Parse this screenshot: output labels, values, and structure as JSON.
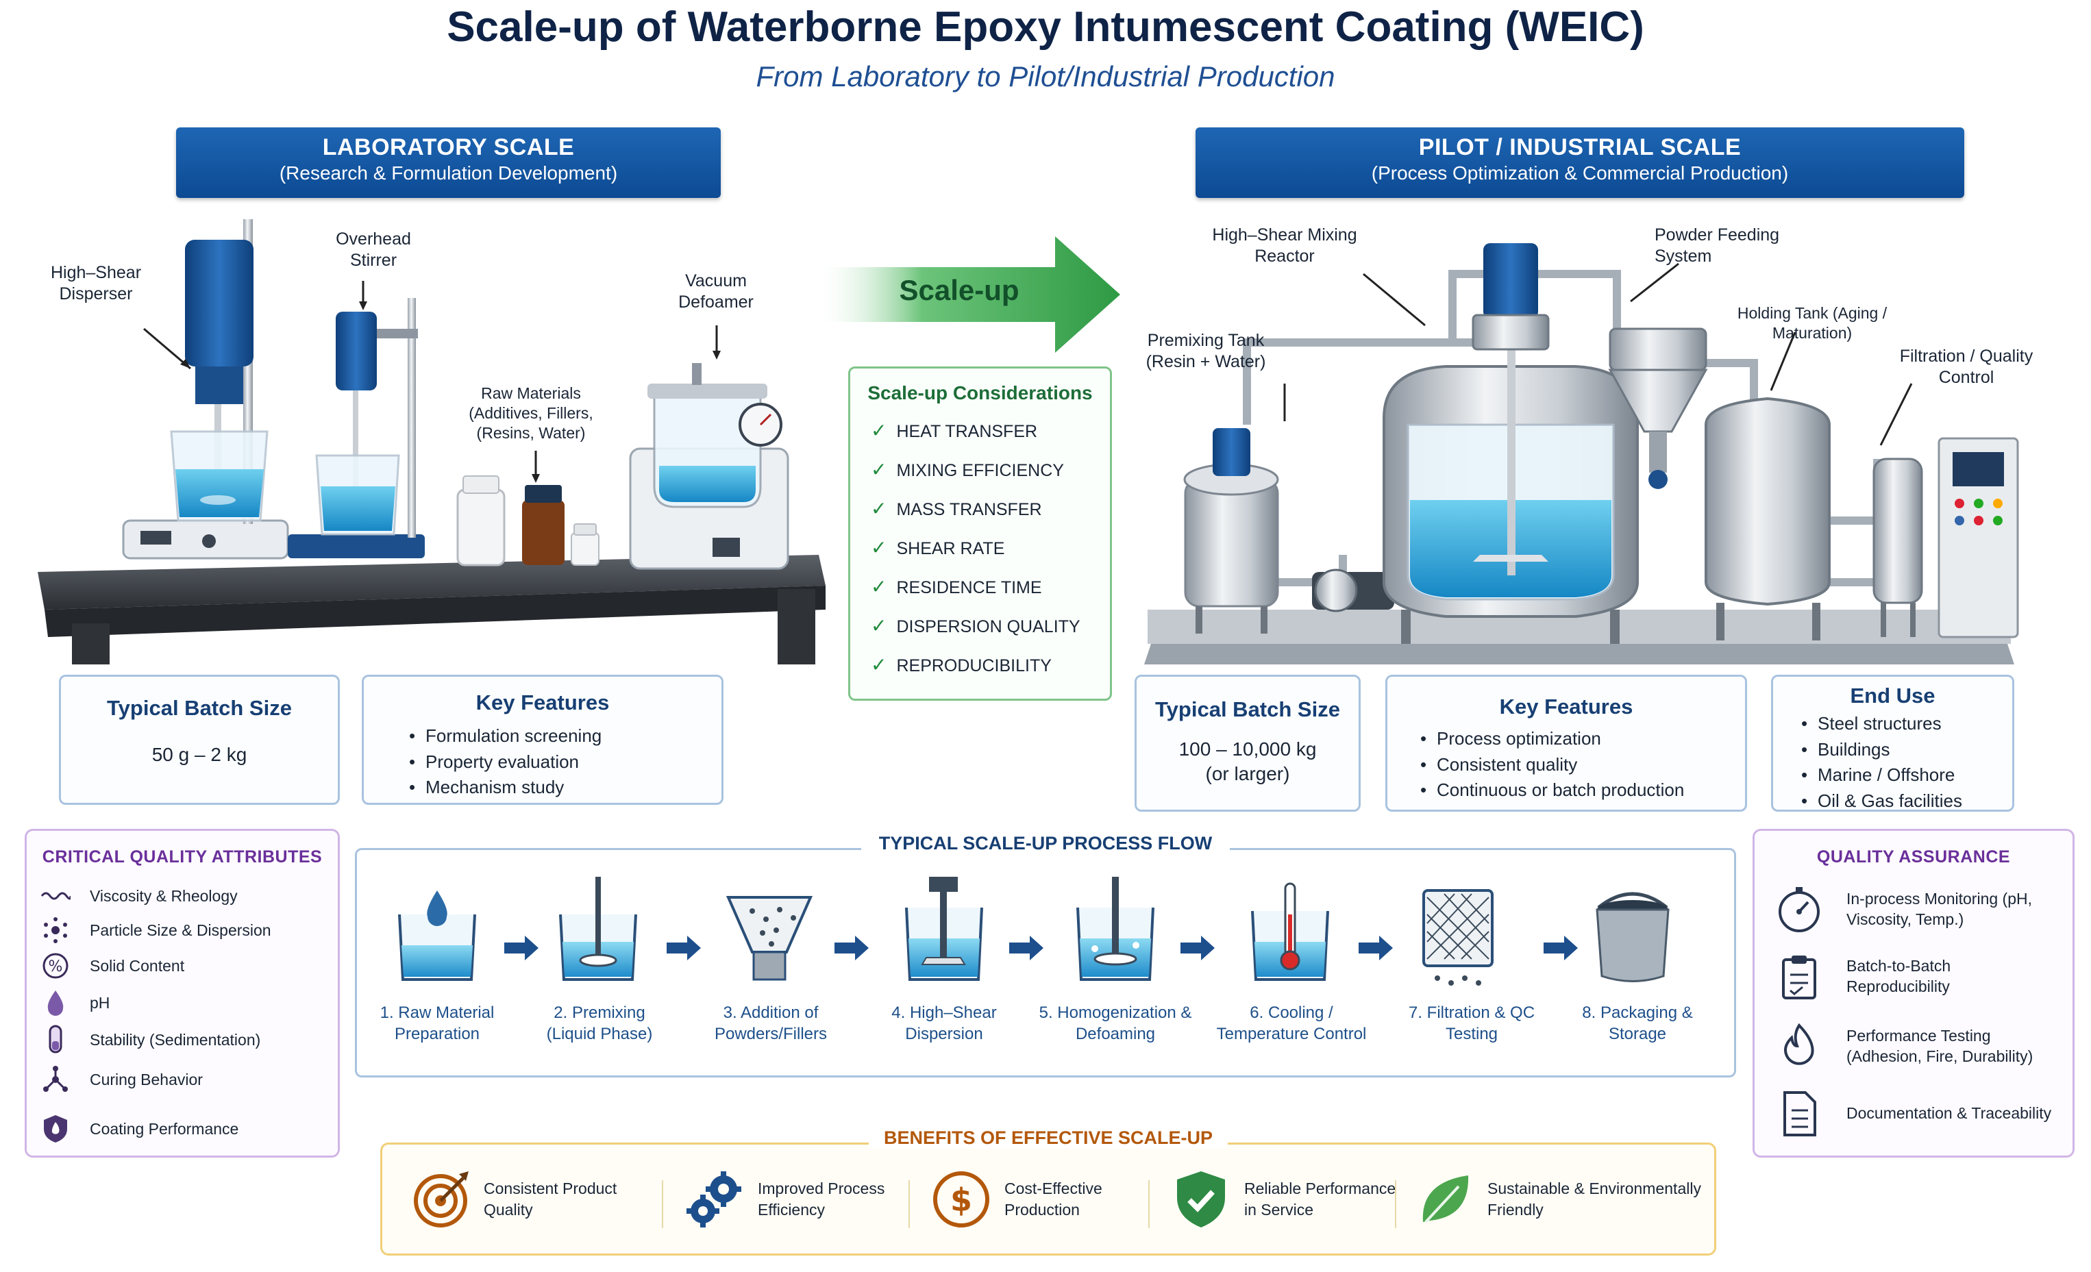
{
  "title": "Scale-up of Waterborne Epoxy Intumescent Coating (WEIC)",
  "subtitle": "From Laboratory to Pilot/Industrial Production",
  "lab": {
    "banner_title": "LABORATORY SCALE",
    "banner_subtitle": "(Research & Formulation Development)",
    "callouts": {
      "disperser": "High–Shear Disperser",
      "stirrer": "Overhead Stirrer",
      "raw": "Raw Materials (Additives, Fillers, (Resins, Water)",
      "defoamer": "Vacuum Defoamer"
    },
    "batch_title": "Typical Batch Size",
    "batch_value": "50 g – 2 kg",
    "features_title": "Key Features",
    "features": [
      "Formulation screening",
      "Property evaluation",
      "Mechanism study"
    ]
  },
  "scaleup_arrow_label": "Scale-up",
  "considerations": {
    "title": "Scale-up Considerations",
    "items": [
      "HEAT TRANSFER",
      "MIXING EFFICIENCY",
      "MASS TRANSFER",
      "SHEAR RATE",
      "RESIDENCE TIME",
      "DISPERSION QUALITY",
      "REPRODUCIBILITY"
    ]
  },
  "pilot": {
    "banner_title": "PILOT / INDUSTRIAL SCALE",
    "banner_subtitle": "(Process Optimization & Commercial Production)",
    "callouts": {
      "reactor": "High–Shear Mixing Reactor",
      "powder": "Powder Feeding System",
      "premix": "Premixing Tank (Resin + Water)",
      "holding": "Holding Tank (Aging / Maturation)",
      "filtration": "Filtration / Quality Control"
    },
    "batch_title": "Typical Batch Size",
    "batch_value": "100 – 10,000 kg",
    "batch_note": "(or larger)",
    "features_title": "Key Features",
    "features": [
      "Process optimization",
      "Consistent quality",
      "Continuous or batch production"
    ],
    "end_use_title": "End Use",
    "end_use": [
      "Steel structures",
      "Buildings",
      "Marine / Offshore",
      "Oil & Gas facilities"
    ]
  },
  "cqa": {
    "title": "CRITICAL QUALITY ATTRIBUTES",
    "items": [
      {
        "label": "Viscosity & Rheology",
        "icon": "wave-icon"
      },
      {
        "label": "Particle Size & Dispersion",
        "icon": "particles-icon"
      },
      {
        "label": "Solid Content",
        "icon": "percent-icon"
      },
      {
        "label": "pH",
        "icon": "droplet-icon"
      },
      {
        "label": "Stability (Sedimentation)",
        "icon": "test-tube-icon"
      },
      {
        "label": "Curing Behavior",
        "icon": "molecule-icon"
      },
      {
        "label": "Coating Performance",
        "icon": "shield-flame-icon"
      }
    ]
  },
  "flow": {
    "title": "TYPICAL SCALE-UP PROCESS FLOW",
    "steps": [
      {
        "label": "1. Raw Material Preparation",
        "icon": "raw-material-beaker-icon"
      },
      {
        "label": "2. Premixing (Liquid Phase)",
        "icon": "premix-beaker-icon"
      },
      {
        "label": "3. Addition of Powders/Fillers",
        "icon": "powder-hopper-icon"
      },
      {
        "label": "4. High–Shear Dispersion",
        "icon": "high-shear-beaker-icon"
      },
      {
        "label": "5. Homogenization & Defoaming",
        "icon": "homogenize-beaker-icon"
      },
      {
        "label": "6. Cooling / Temperature Control",
        "icon": "thermometer-beaker-icon"
      },
      {
        "label": "7. Filtration & QC Testing",
        "icon": "filter-icon"
      },
      {
        "label": "8. Packaging & Storage",
        "icon": "paint-bucket-icon"
      }
    ]
  },
  "qa": {
    "title": "QUALITY ASSURANCE",
    "items": [
      {
        "label": "In-process Monitoring (pH, Viscosity, Temp.)",
        "icon": "gauge-icon"
      },
      {
        "label": "Batch-to-Batch Reproducibility",
        "icon": "clipboard-icon"
      },
      {
        "label": "Performance Testing (Adhesion, Fire, Durability)",
        "icon": "flame-icon"
      },
      {
        "label": "Documentation & Traceability",
        "icon": "document-icon"
      }
    ]
  },
  "benefits": {
    "title": "BENEFITS OF EFFECTIVE SCALE-UP",
    "items": [
      {
        "label": "Consistent Product Quality",
        "icon": "target-icon"
      },
      {
        "label": "Improved Process Efficiency",
        "icon": "gears-icon"
      },
      {
        "label": "Cost-Effective Production",
        "icon": "dollar-icon"
      },
      {
        "label": "Reliable Performance in Service",
        "icon": "shield-check-icon"
      },
      {
        "label": "Sustainable & Environmentally Friendly",
        "icon": "leaf-icon"
      }
    ]
  },
  "colors": {
    "title": "#0f2347",
    "banner": "#1559a5",
    "scaleup_arrow": "#2e9a44",
    "purple": "#6a2f9a",
    "orange": "#b3580b"
  }
}
